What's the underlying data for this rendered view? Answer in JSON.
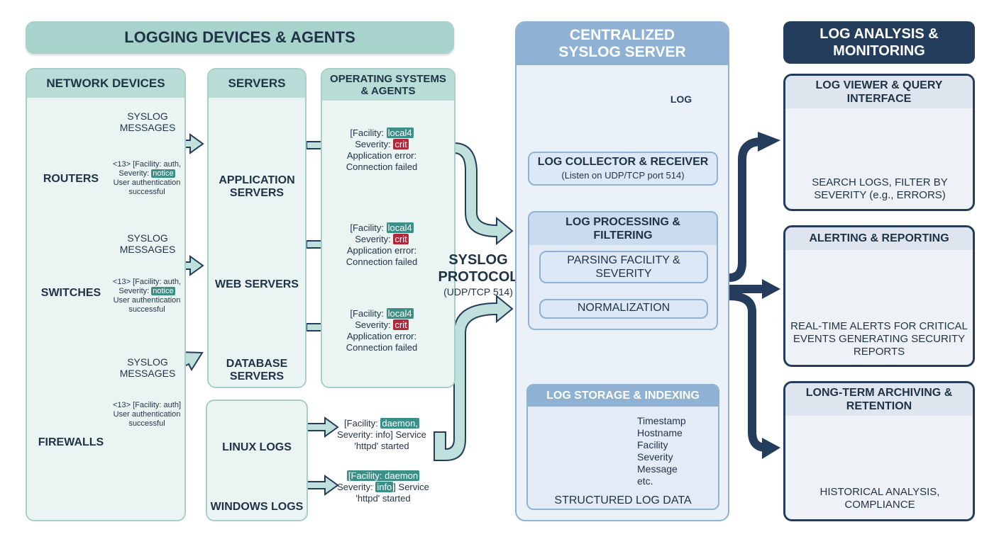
{
  "left": {
    "banner": "LOGGING DEVICES & AGENTS",
    "network_header": "NETWORK DEVICES",
    "servers_header": "SERVERS",
    "os_header": "OPERATING SYSTEMS & AGENTS",
    "routers": "ROUTERS",
    "switches": "SWITCHES",
    "firewalls": "FIREWALLS",
    "syslog_messages": "SYSLOG MESSAGES",
    "router_msg": {
      "a": "<13> [Facility: auth,",
      "b": "Severity:",
      "tag": "notice",
      "c": "User authentication",
      "d": "successful"
    },
    "switch_msg": {
      "a": "<13> [Facility: auth,",
      "b": "Severity:",
      "tag": "notice",
      "c": "User authentication",
      "d": "successful"
    },
    "firewall_msg": {
      "a": "<13> [Facility: auth]",
      "c": "User authentication",
      "d": "successful"
    },
    "app_servers": "APPLICATION SERVERS",
    "web_servers": "WEB SERVERS",
    "db_servers": "DATABASE SERVERS",
    "linux_logs": "LINUX LOGS",
    "windows_logs": "WINDOWS LOGS",
    "server_msg": {
      "fac": "[Facility:",
      "fac_tag": "local4",
      "sev": "Severity:",
      "sev_tag": "crit",
      "l3": "Application error:",
      "l4": "Connection failed"
    },
    "linux_msg": {
      "fac": "[Facility:",
      "fac_tag": "daemon,",
      "sev": "Severity: info] Service",
      "l3": "'httpd' started"
    },
    "windows_msg": {
      "fac_tag": "[Facility: daemon",
      "sev": "Severity:",
      "sev_tag": "info",
      "sev2": "] Service",
      "l3": "'httpd' started"
    },
    "protocol": "SYSLOG PROTOCOL",
    "protocol_port": "(UDP/TCP 514)"
  },
  "center": {
    "title": "CENTRALIZED SYSLOG SERVER",
    "log_icon_text": "LOG",
    "collector_title": "LOG COLLECTOR & RECEIVER",
    "collector_sub": "(Listen on UDP/TCP port 514)",
    "processing_title": "LOG PROCESSING & FILTERING",
    "parsing": "PARSING FACILITY & SEVERITY",
    "normalization": "NORMALIZATION",
    "storage_title": "LOG STORAGE & INDEXING",
    "fields": [
      "Timestamp",
      "Hostname",
      "Facility",
      "Severity",
      "Message",
      "etc."
    ],
    "structured": "STRUCTURED LOG DATA"
  },
  "right": {
    "title": "LOG ANALYSIS & MONITORING",
    "viewer_title": "LOG VIEWER & QUERY INTERFACE",
    "viewer_desc": "SEARCH LOGS, FILTER BY SEVERITY (e.g., ERRORS)",
    "alert_title": "ALERTING & REPORTING",
    "alert_desc": "REAL-TIME ALERTS FOR CRITICAL EVENTS GENERATING SECURITY REPORTS",
    "archive_title": "LONG-TERM ARCHIVING & RETENTION",
    "archive_desc": "HISTORICAL ANALYSIS, COMPLIANCE"
  },
  "colors": {
    "navy": "#253d5c",
    "teal": "#a8d3cc",
    "blue": "#8fb1d3",
    "red": "#b0283a"
  }
}
